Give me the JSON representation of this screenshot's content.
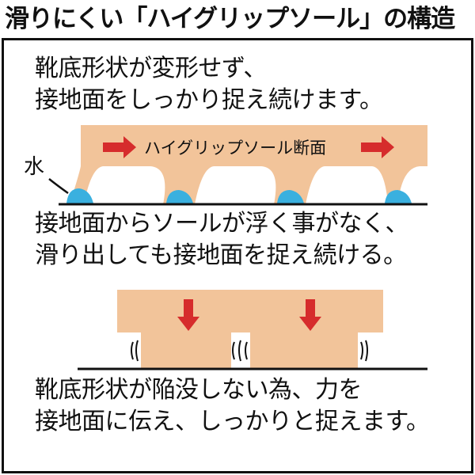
{
  "title": "滑りにくい「ハイグリップソール」の構造",
  "section1": {
    "line1": "靴底形状が変形せず、",
    "line2": "接地面をしっかり捉え続けます。"
  },
  "diagram1": {
    "sole_label": "ハイグリップソール断面",
    "water_label": "水"
  },
  "section2": {
    "line1": "接地面からソールが浮く事がなく、",
    "line2": "滑り出しても接地面を捉え続ける。"
  },
  "section3": {
    "line1": "靴底形状が陥没しない為、力を",
    "line2": "接地面に伝え、しっかりと捉えます。"
  },
  "colors": {
    "sole": "#F2C49A",
    "arrow": "#D62C2C",
    "water": "#3AB0DF",
    "line": "#111111"
  }
}
